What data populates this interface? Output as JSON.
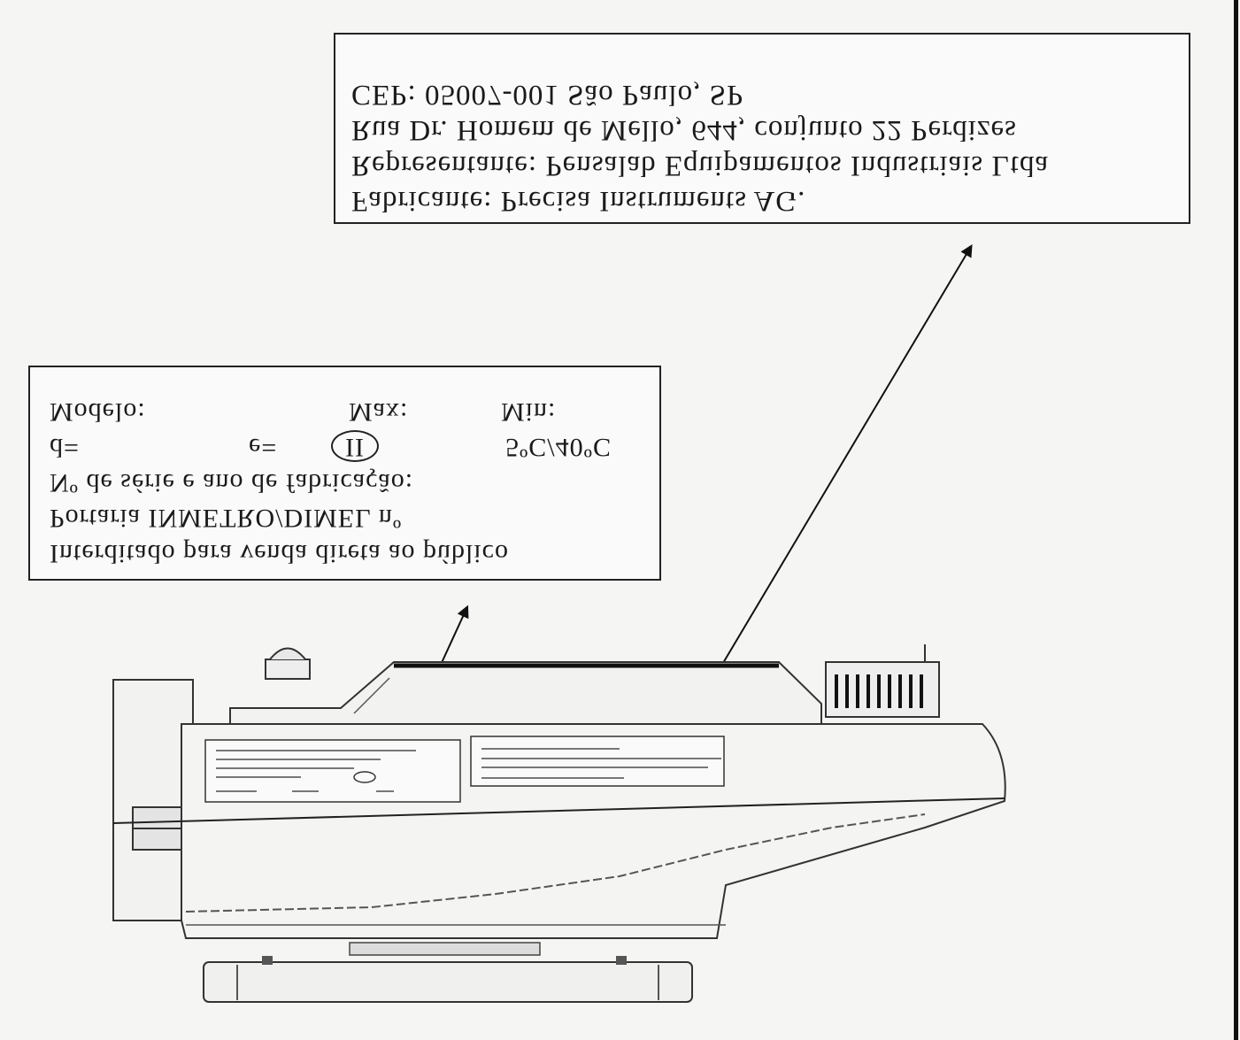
{
  "manufacturer_label": {
    "lines": [
      "Fabricante: Precisa Instruments AG.",
      "Representante: Pensalab Equipamentos Industriais Ltda",
      "Rua Dr. Homem de Mello, 644, conjunto 22  Perdizes",
      "CEP: 05007-001      São Paulo, SP"
    ]
  },
  "specs_label": {
    "line_public": "Interditado para venda direta ao público",
    "line_portaria": "Portaria INMETRO/DIMEL nº",
    "line_serial": "Nº de série e ano de fabricação:",
    "row_d": {
      "d": "d=",
      "e": "e=",
      "class": "II",
      "temp": "5ºC/40ºC"
    },
    "row_model": {
      "model": "Modelo:",
      "max": "Max:",
      "min": "Min:"
    }
  },
  "colors": {
    "ink": "#1a1a1a",
    "paper": "#f5f5f3",
    "gray": "#cfcfcf"
  }
}
